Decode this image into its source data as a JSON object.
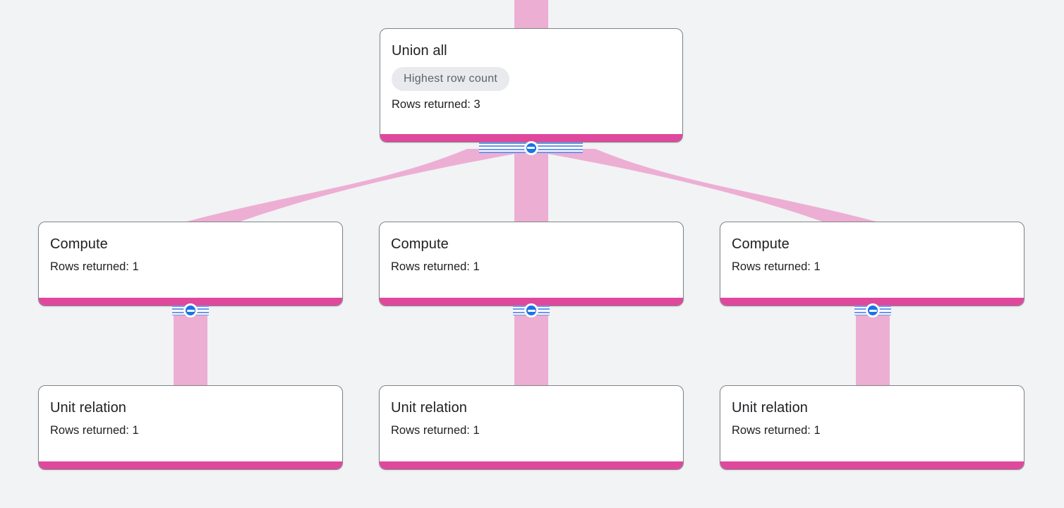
{
  "graph": {
    "nodes": [
      {
        "id": "union-all",
        "title": "Union all",
        "badge": "Highest row count",
        "rows": "Rows returned: 3"
      },
      {
        "id": "compute-left",
        "title": "Compute",
        "rows": "Rows returned: 1"
      },
      {
        "id": "compute-middle",
        "title": "Compute",
        "rows": "Rows returned: 1"
      },
      {
        "id": "compute-right",
        "title": "Compute",
        "rows": "Rows returned: 1"
      },
      {
        "id": "unit-relation-left",
        "title": "Unit relation",
        "rows": "Rows returned: 1"
      },
      {
        "id": "unit-relation-middle",
        "title": "Unit relation",
        "rows": "Rows returned: 1"
      },
      {
        "id": "unit-relation-right",
        "title": "Unit relation",
        "rows": "Rows returned: 1"
      }
    ],
    "edges": [
      {
        "from": "offscreen-top",
        "to": "union-all"
      },
      {
        "from": "union-all",
        "to": "compute-left"
      },
      {
        "from": "union-all",
        "to": "compute-middle"
      },
      {
        "from": "union-all",
        "to": "compute-right"
      },
      {
        "from": "compute-left",
        "to": "unit-relation-left"
      },
      {
        "from": "compute-middle",
        "to": "unit-relation-middle"
      },
      {
        "from": "compute-right",
        "to": "unit-relation-right"
      }
    ],
    "collapse_buttons": {
      "icon": "minus-icon",
      "count": 4
    }
  },
  "colors": {
    "background": "#f1f3f4",
    "edge_flow": "#edaed4",
    "node_accent_bar": "#e0489d",
    "node_background": "#ffffff",
    "node_border": "#80868b",
    "title_text": "#202124",
    "body_text": "#202124",
    "badge_background": "#e8eaed",
    "badge_text": "#5f6368",
    "collapse_button_blue": "#1a73e8",
    "ribbon_stripe_blue": "#6d96ea"
  }
}
